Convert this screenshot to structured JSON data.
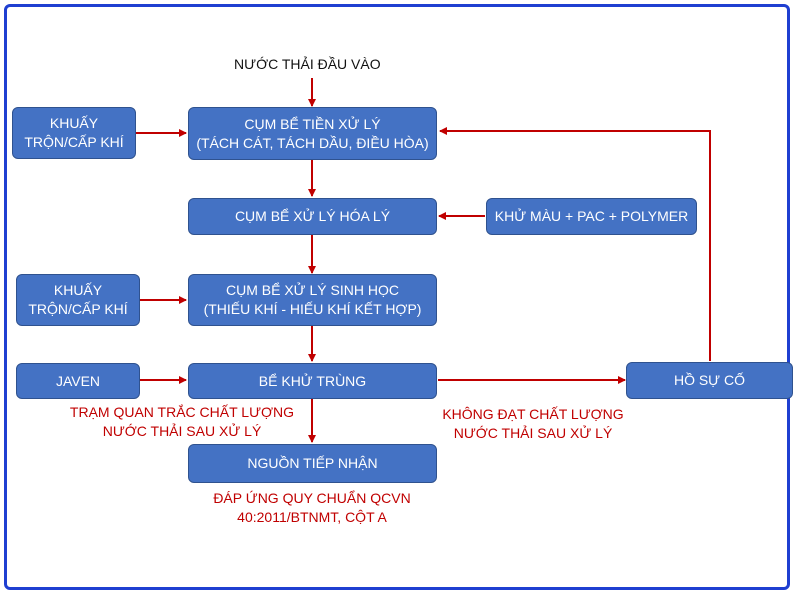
{
  "input_label": "NƯỚC THẢI ĐẦU VÀO",
  "boxes": {
    "mix1": [
      "KHUẤY",
      "TRỘN/CẤP KHÍ"
    ],
    "pre": [
      "CỤM BỂ TIỀN XỬ LÝ",
      "(TÁCH CÁT, TÁCH DẦU, ĐIỀU HÒA)"
    ],
    "chem": [
      "CỤM BỂ XỬ LÝ HÓA LÝ"
    ],
    "dosing": [
      "KHỬ MÀU + PAC + POLYMER"
    ],
    "mix2": [
      "KHUẤY",
      "TRỘN/CẤP KHÍ"
    ],
    "bio": [
      "CỤM BỂ XỬ LÝ SINH HỌC",
      "(THIẾU KHÍ - HIẾU KHÍ KẾT HỢP)"
    ],
    "javen": [
      "JAVEN"
    ],
    "disinfect": [
      "BỂ KHỬ TRÙNG"
    ],
    "receive": [
      "NGUỒN TIẾP NHẬN"
    ],
    "incident": [
      "HỒ SỰ CỐ"
    ]
  },
  "notes": {
    "monitor": [
      "TRẠM QUAN TRẮC CHẤT LƯỢNG",
      "NƯỚC THẢI SAU XỬ LÝ"
    ],
    "fail": [
      "KHÔNG ĐẠT CHẤT LƯỢNG",
      "NƯỚC THẢI SAU XỬ LÝ"
    ],
    "standard": [
      "ĐÁP ỨNG QUY CHUẨN QCVN",
      "40:2011/BTNMT, CỘT A"
    ]
  },
  "colors": {
    "box_fill": "#4472c4",
    "arrow": "#c00000",
    "frame": "#1f3fd1"
  }
}
